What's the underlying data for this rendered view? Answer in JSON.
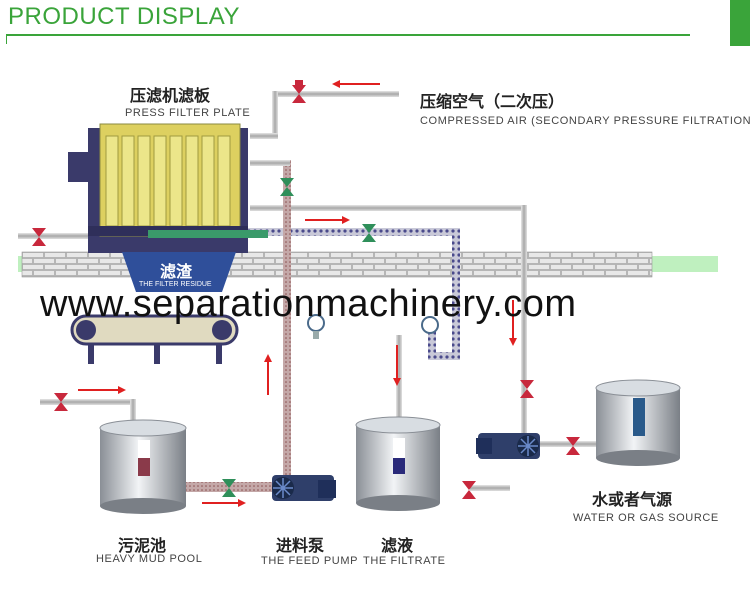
{
  "header": {
    "title": "PRODUCT DISPLAY",
    "accent_color": "#3aa43a"
  },
  "labels": {
    "press_filter_plate": {
      "cn": "压滤机滤板",
      "en": "PRESS FILTER PLATE"
    },
    "compressed_air": {
      "cn": "压缩空气（二次压）",
      "en": "COMPRESSED AIR (SECONDARY PRESSURE FILTRATION)"
    },
    "filter_residue": {
      "cn": "滤渣",
      "en": "THE FILTER RESIDUE"
    },
    "heavy_mud_pool": {
      "cn": "污泥池",
      "en": "HEAVY MUD POOL"
    },
    "feed_pump": {
      "cn": "进料泵",
      "en": "THE FEED PUMP"
    },
    "filtrate": {
      "cn": "滤液",
      "en": "THE FILTRATE"
    },
    "water_gas_source": {
      "cn": "水或者气源",
      "en": "WATER OR GAS SOURCE"
    }
  },
  "watermark": "www.separationmachinery.com",
  "colors": {
    "pipe": "#b8b8b8",
    "flow_arrow": "#e02020",
    "valve_red": "#c8283c",
    "valve_green": "#2f8f5a",
    "plate": "#e8e070"
  }
}
